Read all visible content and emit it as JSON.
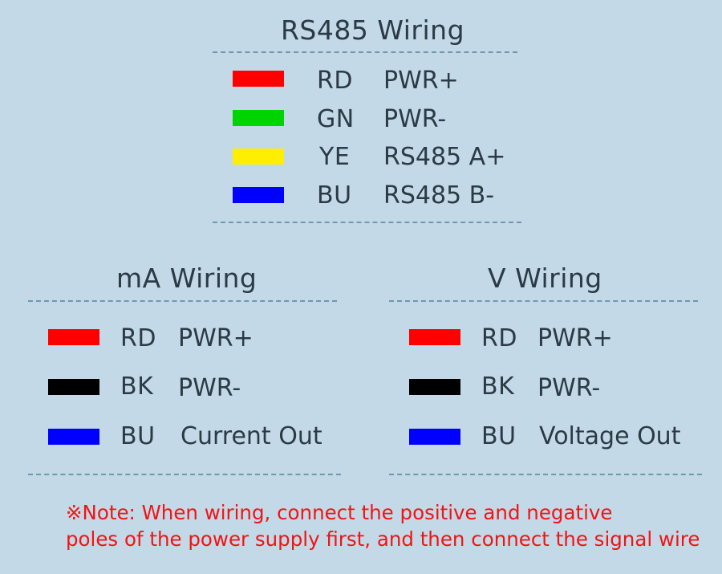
{
  "rs485": {
    "title": "RS485 Wiring",
    "rows": [
      {
        "color": "#ff0000",
        "code": "RD",
        "function": "PWR+"
      },
      {
        "color": "#00d400",
        "code": "GN",
        "function": "PWR-"
      },
      {
        "color": "#ffee00",
        "code": "YE",
        "function": "RS485 A+"
      },
      {
        "color": "#0000ff",
        "code": "BU",
        "function": "RS485 B-"
      }
    ]
  },
  "ma": {
    "title": "mA Wiring",
    "rows": [
      {
        "color": "#ff0000",
        "code": "RD",
        "function": "PWR+"
      },
      {
        "color": "#000000",
        "code": "BK",
        "function": "PWR-"
      },
      {
        "color": "#0000ff",
        "code": "BU",
        "function": "Current Out"
      }
    ]
  },
  "v": {
    "title": "V Wiring",
    "rows": [
      {
        "color": "#ff0000",
        "code": "RD",
        "function": "PWR+"
      },
      {
        "color": "#000000",
        "code": "BK",
        "function": "PWR-"
      },
      {
        "color": "#0000ff",
        "code": "BU",
        "function": "Voltage Out"
      }
    ]
  },
  "note": {
    "line1": "※Note: When wiring, connect the positive and negative",
    "line2": "poles of the power supply first, and then connect the signal wire"
  }
}
